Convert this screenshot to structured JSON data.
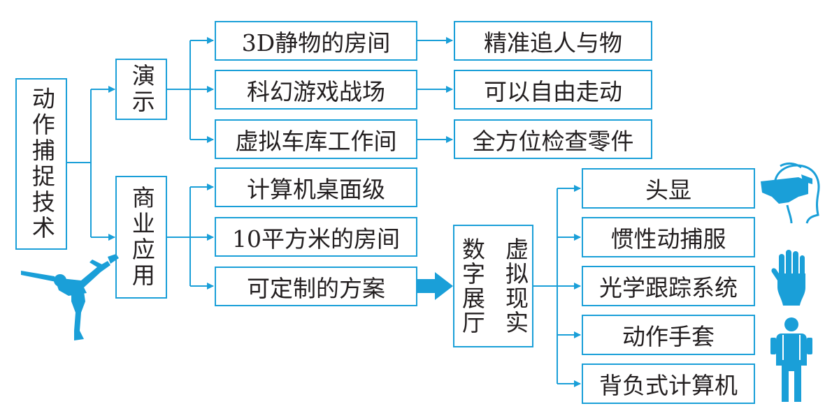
{
  "colors": {
    "line": "#1a9fd8",
    "figure": "#1a9fd8",
    "text": "#231f20"
  },
  "root": "动作捕捉技术",
  "branches": {
    "demo": "演示",
    "commercial": "商业应用"
  },
  "demo_scenes": [
    "3D静物的房间",
    "科幻游戏战场",
    "虚拟车库工作间"
  ],
  "demo_results": [
    "精准追人与物",
    "可以自由走动",
    "全方位检查零件"
  ],
  "commercial_items": [
    "计算机桌面级",
    "10平方米的房间",
    "可定制的方案"
  ],
  "hall": {
    "col1": "虚拟现实",
    "col2": "数字展厅"
  },
  "equipment": [
    "头显",
    "惯性动捕服",
    "光学跟踪系统",
    "动作手套",
    "背负式计算机"
  ],
  "icons": [
    "yoga-figure-icon",
    "vr-headset-icon",
    "glove-icon",
    "backpack-suit-icon"
  ]
}
